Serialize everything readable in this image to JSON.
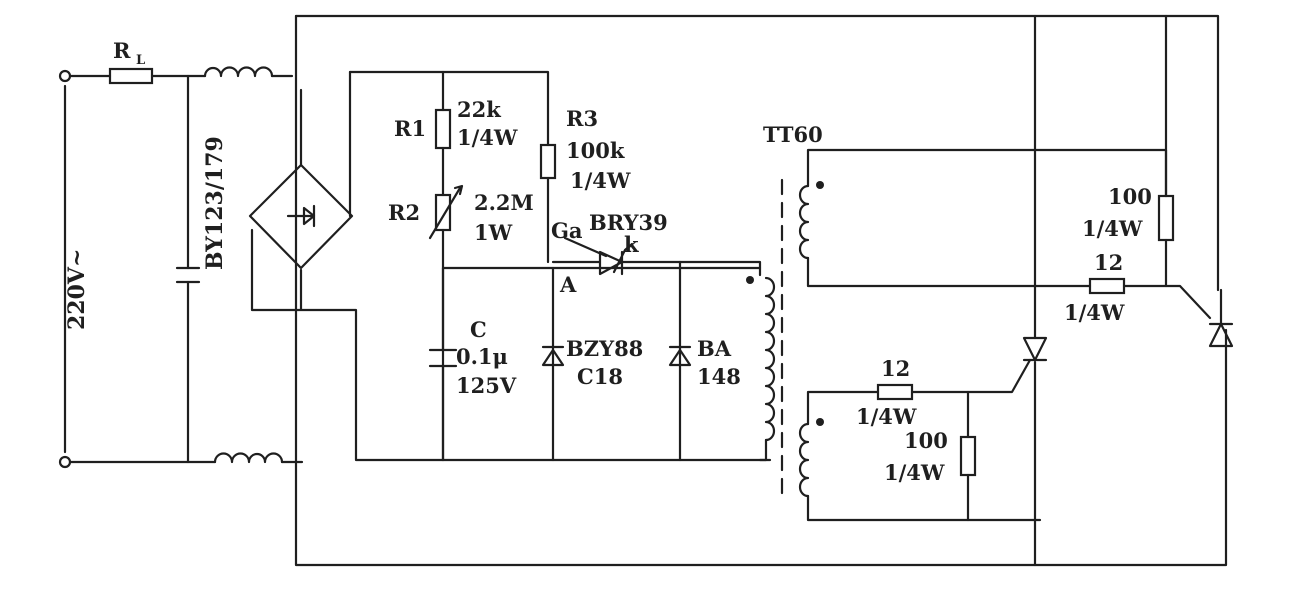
{
  "labels": {
    "rl": "R",
    "rl_sub": "L",
    "mains": "220V~",
    "filter_cap": "BY123/179",
    "r1": "R1",
    "r1_val": "22k",
    "r1_pow": "1/4W",
    "r3": "R3",
    "r3_val": "100k",
    "r3_pow": "1/4W",
    "r2": "R2",
    "r2_val": "2.2M",
    "r2_pow": "1W",
    "ga": "Ga",
    "bry": "BRY39",
    "k": "k",
    "a": "A",
    "c": "C",
    "c_val": "0.1μ",
    "c_volt": "125V",
    "zener_a": "BZY88",
    "zener_b": "C18",
    "diode_a": "BA",
    "diode_b": "148",
    "transformer": "TT60",
    "r_top": "100",
    "r_top_pow": "1/4W",
    "r_mid": "12",
    "r_mid_pow": "1/4W",
    "r_low": "12",
    "r_low_pow": "1/4W",
    "r_bot": "100",
    "r_bot_pow": "1/4W"
  }
}
